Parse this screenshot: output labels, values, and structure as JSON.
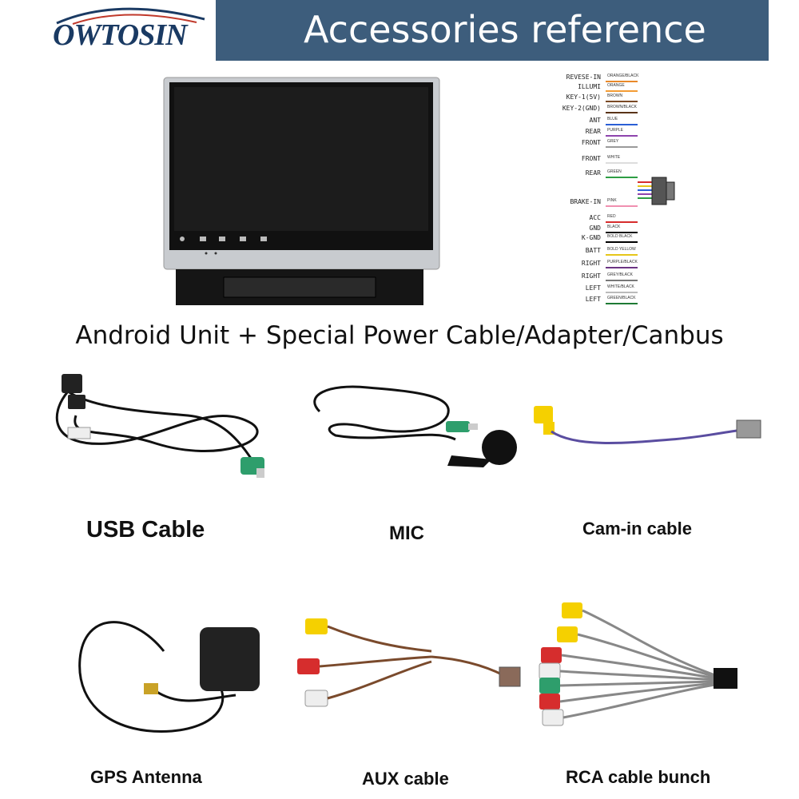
{
  "header": {
    "brand": "OWTOSIN",
    "title": "Accessories reference"
  },
  "main_caption": "Android Unit + Special Power Cable/Adapter/Canbus",
  "wiring": [
    {
      "label": "REVESE-IN",
      "color_name": "ORANGE/BLACK",
      "color": "#e8892a"
    },
    {
      "label": "ILLUMI",
      "color_name": "ORANGE",
      "color": "#f39c34"
    },
    {
      "label": "KEY-1(5V)",
      "color_name": "BROWN",
      "color": "#7a4a26"
    },
    {
      "label": "KEY-2(GND)",
      "color_name": "BROWN/BLACK",
      "color": "#5a3418"
    },
    {
      "label": "ANT",
      "color_name": "BLUE",
      "color": "#2a5fd6"
    },
    {
      "label": "REAR",
      "color_name": "PURPLE",
      "color": "#8e44ad"
    },
    {
      "label": "FRONT",
      "color_name": "GREY",
      "color": "#9a9a9a"
    },
    {
      "label": "FRONT",
      "color_name": "WHITE",
      "color": "#dddddd"
    },
    {
      "label": "REAR",
      "color_name": "GREEN",
      "color": "#2e9e44"
    },
    {
      "label": "BRAKE-IN",
      "color_name": "PINK",
      "color": "#f08fb0"
    },
    {
      "label": "ACC",
      "color_name": "RED",
      "color": "#d62d2d"
    },
    {
      "label": "GND",
      "color_name": "BLACK",
      "color": "#111111"
    },
    {
      "label": "K-GND",
      "color_name": "BOLD BLACK",
      "color": "#000000"
    },
    {
      "label": "BATT",
      "color_name": "BOLD YELLOW",
      "color": "#e6c619"
    },
    {
      "label": "RIGHT",
      "color_name": "PURPLE/BLACK",
      "color": "#6c3483"
    },
    {
      "label": "RIGHT",
      "color_name": "GREY/BLACK",
      "color": "#777777"
    },
    {
      "label": "LEFT",
      "color_name": "WHITE/BLACK",
      "color": "#bbbbbb"
    },
    {
      "label": "LEFT",
      "color_name": "GREEN/BLACK",
      "color": "#1e7a34"
    }
  ],
  "accessories": [
    {
      "name": "USB Cable"
    },
    {
      "name": "MIC"
    },
    {
      "name": "Cam-in cable"
    },
    {
      "name": "GPS Antenna"
    },
    {
      "name": "AUX cable"
    },
    {
      "name": "RCA cable bunch"
    }
  ],
  "colors": {
    "banner": "#3d5d7c",
    "brand": "#1a3a63",
    "rca_yellow": "#f5d000",
    "rca_red": "#d62d2d",
    "rca_white": "#eeeeee",
    "rca_green": "#2e9e6c"
  }
}
